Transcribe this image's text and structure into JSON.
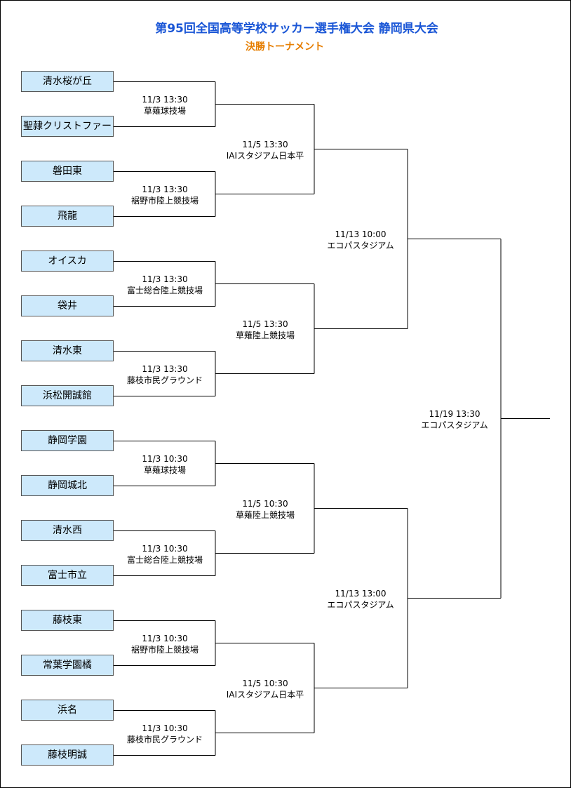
{
  "title": "第95回全国高等学校サッカー選手権大会 静岡県大会",
  "subtitle": "決勝トーナメント",
  "colors": {
    "title": "#1a56d6",
    "subtitle": "#e67e00",
    "team_box": "#cde9fb",
    "lines": "#000000"
  },
  "teams": [
    "清水桜が丘",
    "聖隷クリストファー",
    "磐田東",
    "飛龍",
    "オイスカ",
    "袋井",
    "清水東",
    "浜松開誠館",
    "静岡学園",
    "静岡城北",
    "清水西",
    "富士市立",
    "藤枝東",
    "常葉学園橘",
    "浜名",
    "藤枝明誠"
  ],
  "round1": [
    {
      "datetime": "11/3  13:30",
      "venue": "草薙球技場"
    },
    {
      "datetime": "11/3  13:30",
      "venue": "裾野市陸上競技場"
    },
    {
      "datetime": "11/3  13:30",
      "venue": "富士総合陸上競技場"
    },
    {
      "datetime": "11/3  13:30",
      "venue": "藤枝市民グラウンド"
    },
    {
      "datetime": "11/3  10:30",
      "venue": "草薙球技場"
    },
    {
      "datetime": "11/3  10:30",
      "venue": "富士総合陸上競技場"
    },
    {
      "datetime": "11/3  10:30",
      "venue": "裾野市陸上競技場"
    },
    {
      "datetime": "11/3  10:30",
      "venue": "藤枝市民グラウンド"
    }
  ],
  "round2": [
    {
      "datetime": "11/5  13:30",
      "venue": "IAIスタジアム日本平"
    },
    {
      "datetime": "11/5  13:30",
      "venue": "草薙陸上競技場"
    },
    {
      "datetime": "11/5  10:30",
      "venue": "草薙陸上競技場"
    },
    {
      "datetime": "11/5  10:30",
      "venue": "IAIスタジアム日本平"
    }
  ],
  "semifinals": [
    {
      "datetime": "11/13  10:00",
      "venue": "エコパスタジアム"
    },
    {
      "datetime": "11/13  13:00",
      "venue": "エコパスタジアム"
    }
  ],
  "final": {
    "datetime": "11/19  13:30",
    "venue": "エコパスタジアム"
  }
}
